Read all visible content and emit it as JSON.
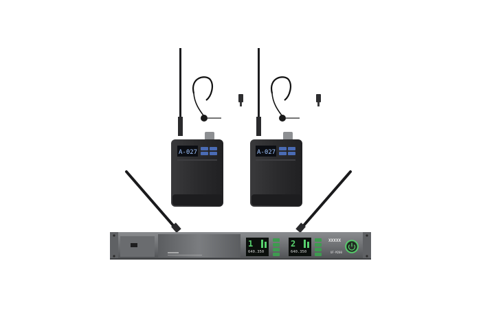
{
  "product_photo": {
    "transmitters": [
      {
        "lcd_readout": "A-027"
      },
      {
        "lcd_readout": "A-027"
      }
    ],
    "receiver": {
      "channels": [
        {
          "number": "1",
          "frequency": "640.350"
        },
        {
          "number": "2",
          "frequency": "640.350"
        }
      ],
      "brand_logo": "XXXXX",
      "model_label": "UF-M200",
      "power_icon": "power-icon"
    },
    "colors": {
      "background": "#ffffff",
      "body_dark": "#2b2b2d",
      "chassis": "#6e7073",
      "lcd_blue": "#9fc4ff",
      "accent_green": "#57d16d"
    }
  }
}
